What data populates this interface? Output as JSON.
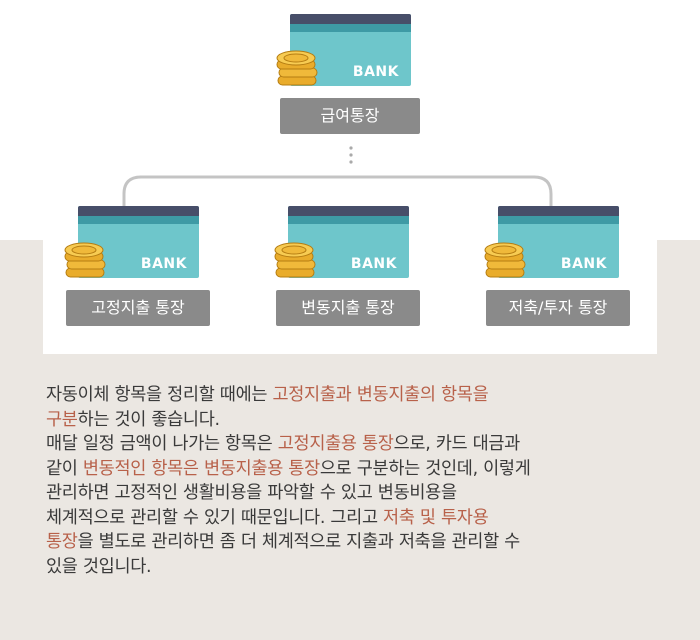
{
  "top_account": {
    "card_text": "BANK",
    "label": "급여통장"
  },
  "accounts": [
    {
      "card_text": "BANK",
      "label": "고정지출 통장"
    },
    {
      "card_text": "BANK",
      "label": "변동지출 통장"
    },
    {
      "card_text": "BANK",
      "label": "저축/투자 통장"
    }
  ],
  "description": {
    "lines": [
      [
        {
          "text": "자동이체 항목을 정리할 때에는 "
        },
        {
          "text": "고정지출과 변동지출의 항목을",
          "hl": true
        }
      ],
      [
        {
          "text": "구분",
          "hl": true
        },
        {
          "text": "하는 것이 좋습니다."
        }
      ],
      [
        {
          "text": "매달 일정 금액이 나가는 항목은 "
        },
        {
          "text": "고정지출용 통장",
          "hl": true
        },
        {
          "text": "으로, 카드 대금과"
        }
      ],
      [
        {
          "text": "같이 "
        },
        {
          "text": "변동적인 항목은 변동지출용 통장",
          "hl": true
        },
        {
          "text": "으로 구분하는 것인데, 이렇게"
        }
      ],
      [
        {
          "text": "관리하면 고정적인 생활비용을 파악할 수 있고 변동비용을"
        }
      ],
      [
        {
          "text": "체계적으로 관리할 수 있기 때문입니다. 그리고 "
        },
        {
          "text": "저축 및 투자용",
          "hl": true
        }
      ],
      [
        {
          "text": "통장",
          "hl": true
        },
        {
          "text": "을 별도로 관리하면 좀 더 체계적으로 지출과 저축을 관리할 수"
        }
      ],
      [
        {
          "text": "있을 것입니다."
        }
      ]
    ]
  },
  "colors": {
    "card_body": "#6ec6cb",
    "card_stripe": "#474e69",
    "label_bg": "#8a8a8a",
    "highlight": "#b8614a",
    "band_bg": "#ebe7e2",
    "coin": "#f0b93a"
  }
}
